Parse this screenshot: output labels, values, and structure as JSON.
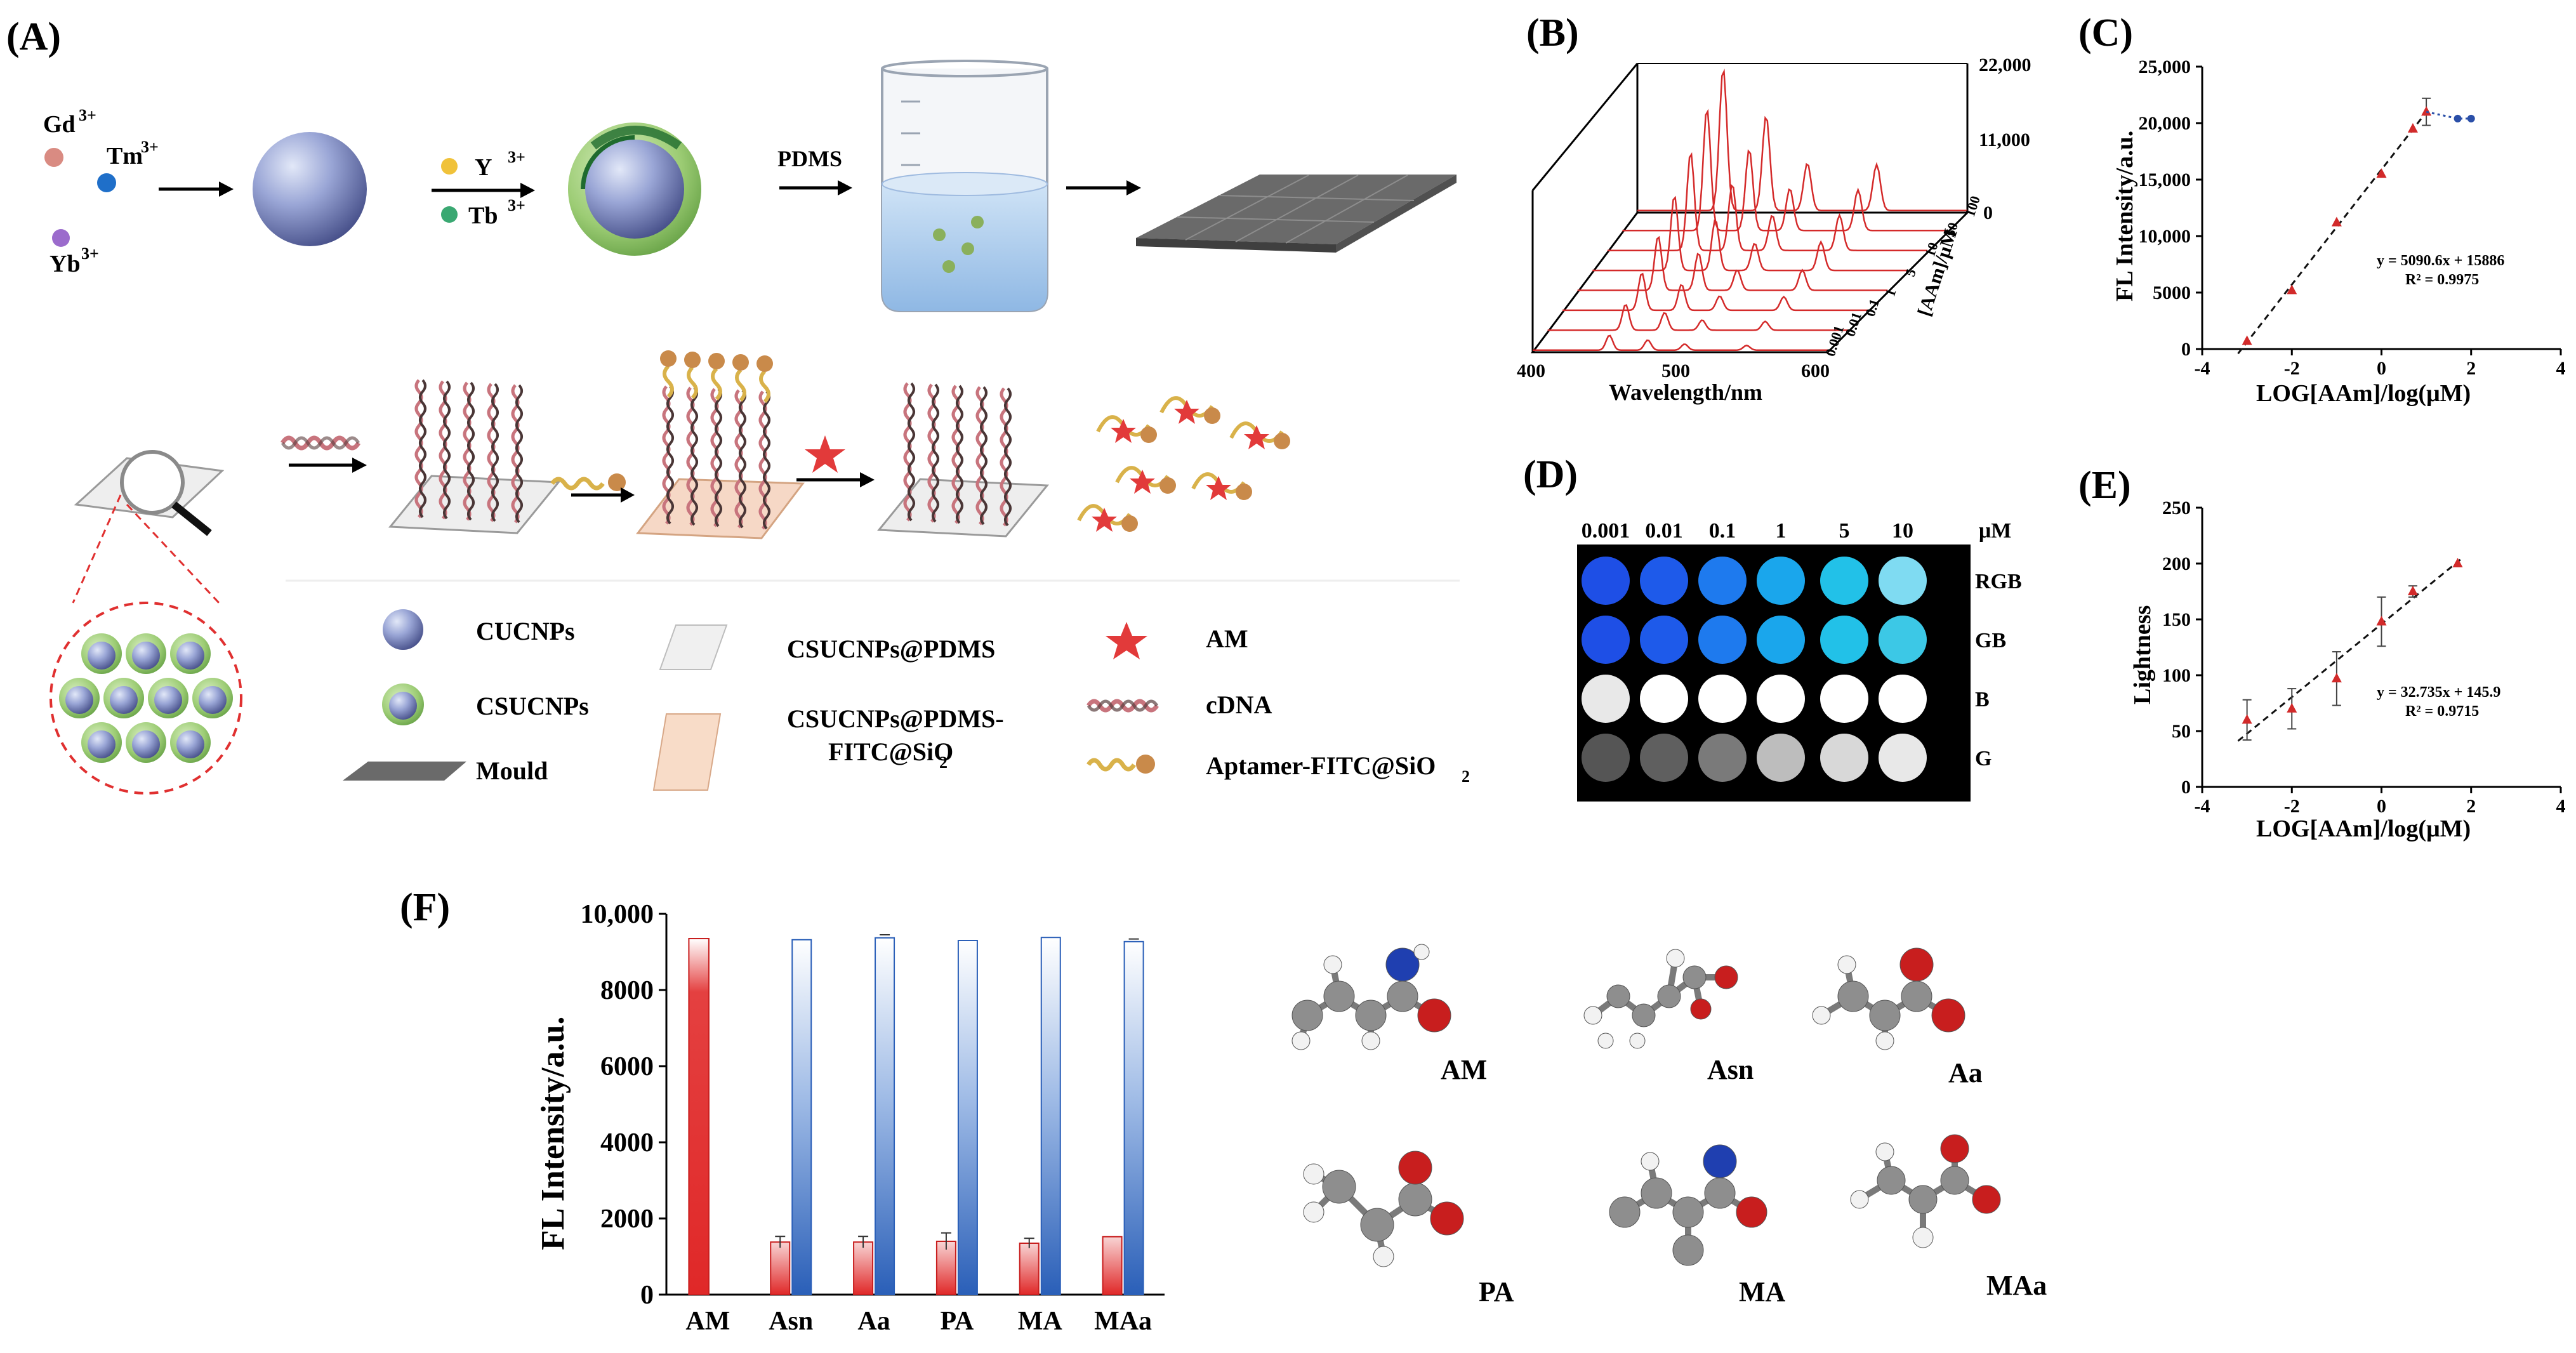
{
  "panelA": {
    "label": "(A)",
    "ions_left": {
      "gd": "Gd",
      "tm": "Tm",
      "yb": "Yb",
      "charge": "3+"
    },
    "ions_mid": {
      "y": "Y",
      "tb": "Tb",
      "charge": "3+"
    },
    "pdms": "PDMS",
    "legend": {
      "cucnps": "CUCNPs",
      "csucnps": "CSUCNPs",
      "mould": "Mould",
      "csucnps_pdms": "CSUCNPs@PDMS",
      "csucnps_pdms_fitc_1": "CSUCNPs@PDMS-",
      "csucnps_pdms_fitc_2": "FITC@SiO",
      "sub2": "2",
      "am": "AM",
      "cdna": "cDNA",
      "aptamer": "Aptamer-FITC@SiO"
    },
    "colors": {
      "gd": "#d98b82",
      "tm": "#1f6fc9",
      "yb": "#9b6bcc",
      "y": "#f0c23a",
      "tb": "#3aa872",
      "am": "#e23a3a"
    }
  },
  "panelB": {
    "label": "(B)",
    "xlabel": "Wavelength/nm",
    "xticks": [
      "400",
      "500",
      "600"
    ],
    "zticks": [
      "22,000",
      "11,000",
      "0"
    ],
    "depth_label": "[AAm]/μM",
    "depth_ticks": [
      "100",
      "50",
      "10",
      "5",
      "1",
      "0.1",
      "0.01",
      "0.001"
    ],
    "line_color": "#d42a2a"
  },
  "panelC": {
    "label": "(C)",
    "xlabel": "LOG[AAm]/log(μM)",
    "ylabel": "FL Intensity/a.u.",
    "xticks": [
      "-4",
      "-2",
      "0",
      "2",
      "4"
    ],
    "yticks": [
      "0",
      "5000",
      "10,000",
      "15,000",
      "20,000",
      "25,000"
    ],
    "equation": "y = 5090.6x + 15886",
    "r2": "R² = 0.9975"
  },
  "panelD": {
    "label": "(D)",
    "concentrations": [
      "0.001",
      "0.01",
      "0.1",
      "1",
      "5",
      "10"
    ],
    "unit": "μM",
    "rows": [
      "RGB",
      "GB",
      "B",
      "G"
    ]
  },
  "panelE": {
    "label": "(E)",
    "xlabel": "LOG[AAm]/log(μM)",
    "ylabel": "Lightness",
    "xticks": [
      "-4",
      "-2",
      "0",
      "2",
      "4"
    ],
    "yticks": [
      "0",
      "50",
      "100",
      "150",
      "200",
      "250"
    ],
    "equation": "y = 32.735x + 145.9",
    "r2": "R² = 0.9715"
  },
  "panelF": {
    "label": "(F)",
    "ylabel": "FL Intensity/a.u.",
    "yticks": [
      "0",
      "2000",
      "4000",
      "6000",
      "8000",
      "10,000"
    ],
    "molecules": [
      "AM",
      "Asn",
      "Aa",
      "PA",
      "MA",
      "MAa"
    ]
  },
  "chart_data": [
    {
      "type": "line",
      "panel": "(B)",
      "xlabel": "Wavelength/nm",
      "xlim": [
        400,
        600
      ],
      "zlim": [
        0,
        22000
      ],
      "series_names": [
        "0.001",
        "0.01",
        "0.1",
        "1",
        "5",
        "10",
        "50",
        "100"
      ],
      "peak_wavelengths": [
        452,
        478,
        503,
        545
      ],
      "peak_heights_by_series": [
        [
          2200,
          1500,
          900,
          700
        ],
        [
          3800,
          2600,
          1500,
          1300
        ],
        [
          5500,
          3800,
          2100,
          2000
        ],
        [
          8000,
          5500,
          3000,
          3000
        ],
        [
          11000,
          7500,
          4000,
          4200
        ],
        [
          14500,
          9800,
          5200,
          5200
        ],
        [
          18000,
          12000,
          6200,
          6000
        ],
        [
          21000,
          14000,
          7000,
          6800
        ]
      ]
    },
    {
      "type": "scatter",
      "panel": "(C)",
      "xlabel": "LOG[AAm]/log(μM)",
      "ylabel": "FL Intensity/a.u.",
      "xlim": [
        -4,
        4
      ],
      "ylim": [
        0,
        25000
      ],
      "x": [
        -3,
        -2,
        -1,
        0,
        0.7,
        1
      ],
      "y": [
        700,
        5200,
        11200,
        15500,
        19500,
        21000
      ],
      "error": [
        0,
        0,
        0,
        0,
        0,
        1200
      ],
      "plateau_x": [
        1,
        1.7,
        2
      ],
      "plateau_y": [
        21000,
        20400,
        20400
      ],
      "fit": {
        "slope": 5090.6,
        "intercept": 15886,
        "r2": 0.9975
      }
    },
    {
      "type": "heatmap",
      "panel": "(D)",
      "columns": [
        "0.001",
        "0.01",
        "0.1",
        "1",
        "5",
        "10"
      ],
      "rows": [
        "RGB",
        "GB",
        "B",
        "G"
      ],
      "colors": [
        [
          "#1e4fe6",
          "#1e5aea",
          "#1e7aee",
          "#1aa6ec",
          "#22c1e8",
          "#7fdbf2"
        ],
        [
          "#1e4fe6",
          "#1e5aea",
          "#1e7aee",
          "#1aa6ec",
          "#22c1e8",
          "#3cc8e6"
        ],
        [
          "#e8e8e8",
          "#ffffff",
          "#ffffff",
          "#ffffff",
          "#ffffff",
          "#ffffff"
        ],
        [
          "#555555",
          "#5f5f5f",
          "#7a7a7a",
          "#bdbdbd",
          "#d8d8d8",
          "#e8e8e8"
        ]
      ]
    },
    {
      "type": "scatter",
      "panel": "(E)",
      "xlabel": "LOG[AAm]/log(μM)",
      "ylabel": "Lightness",
      "xlim": [
        -4,
        4
      ],
      "ylim": [
        0,
        250
      ],
      "x": [
        -3,
        -2,
        -1,
        0,
        0.7,
        1.7
      ],
      "y": [
        60,
        70,
        97,
        148,
        175,
        200
      ],
      "error": [
        18,
        18,
        24,
        22,
        5,
        0
      ],
      "fit": {
        "slope": 32.735,
        "intercept": 145.9,
        "r2": 0.9715
      }
    },
    {
      "type": "bar",
      "panel": "(F)",
      "ylabel": "FL Intensity/a.u.",
      "ylim": [
        0,
        10000
      ],
      "categories": [
        "AM",
        "Asn",
        "Aa",
        "PA",
        "MA",
        "MAa"
      ],
      "series": [
        {
          "color": "#e02828",
          "values": [
            9350,
            1380,
            1380,
            1400,
            1350,
            1520
          ],
          "error": [
            0,
            150,
            150,
            220,
            130,
            0
          ]
        },
        {
          "color": "#2a5fb8",
          "values": [
            null,
            9320,
            9370,
            9300,
            9380,
            9270
          ],
          "error": [
            null,
            0,
            80,
            0,
            0,
            70
          ]
        }
      ]
    }
  ]
}
